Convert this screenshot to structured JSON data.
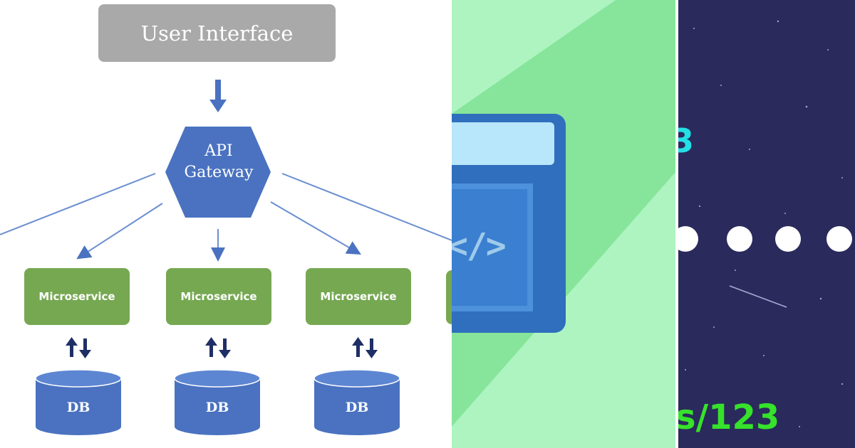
{
  "diagram": {
    "ui_label": "User Interface",
    "gateway_label": [
      "API",
      "Gateway"
    ],
    "services": [
      "Microservice",
      "Microservice",
      "Microservice"
    ],
    "db_labels": [
      "DB",
      "DB",
      "DB"
    ]
  },
  "code_panel": {
    "glyph": "</>"
  },
  "sky_panel": {
    "number_fragment": "3",
    "path_fragment": "s/123"
  },
  "colors": {
    "ui_box": "#a9a9a9",
    "gateway": "#4a72c0",
    "service": "#76a852",
    "db": "#4a72c0",
    "code_bg": "#aef4c1",
    "code_window": "#2f6fbd",
    "sky_bg": "#2a2a5c",
    "cyan_text": "#23dfe6",
    "green_text": "#36e22a"
  }
}
